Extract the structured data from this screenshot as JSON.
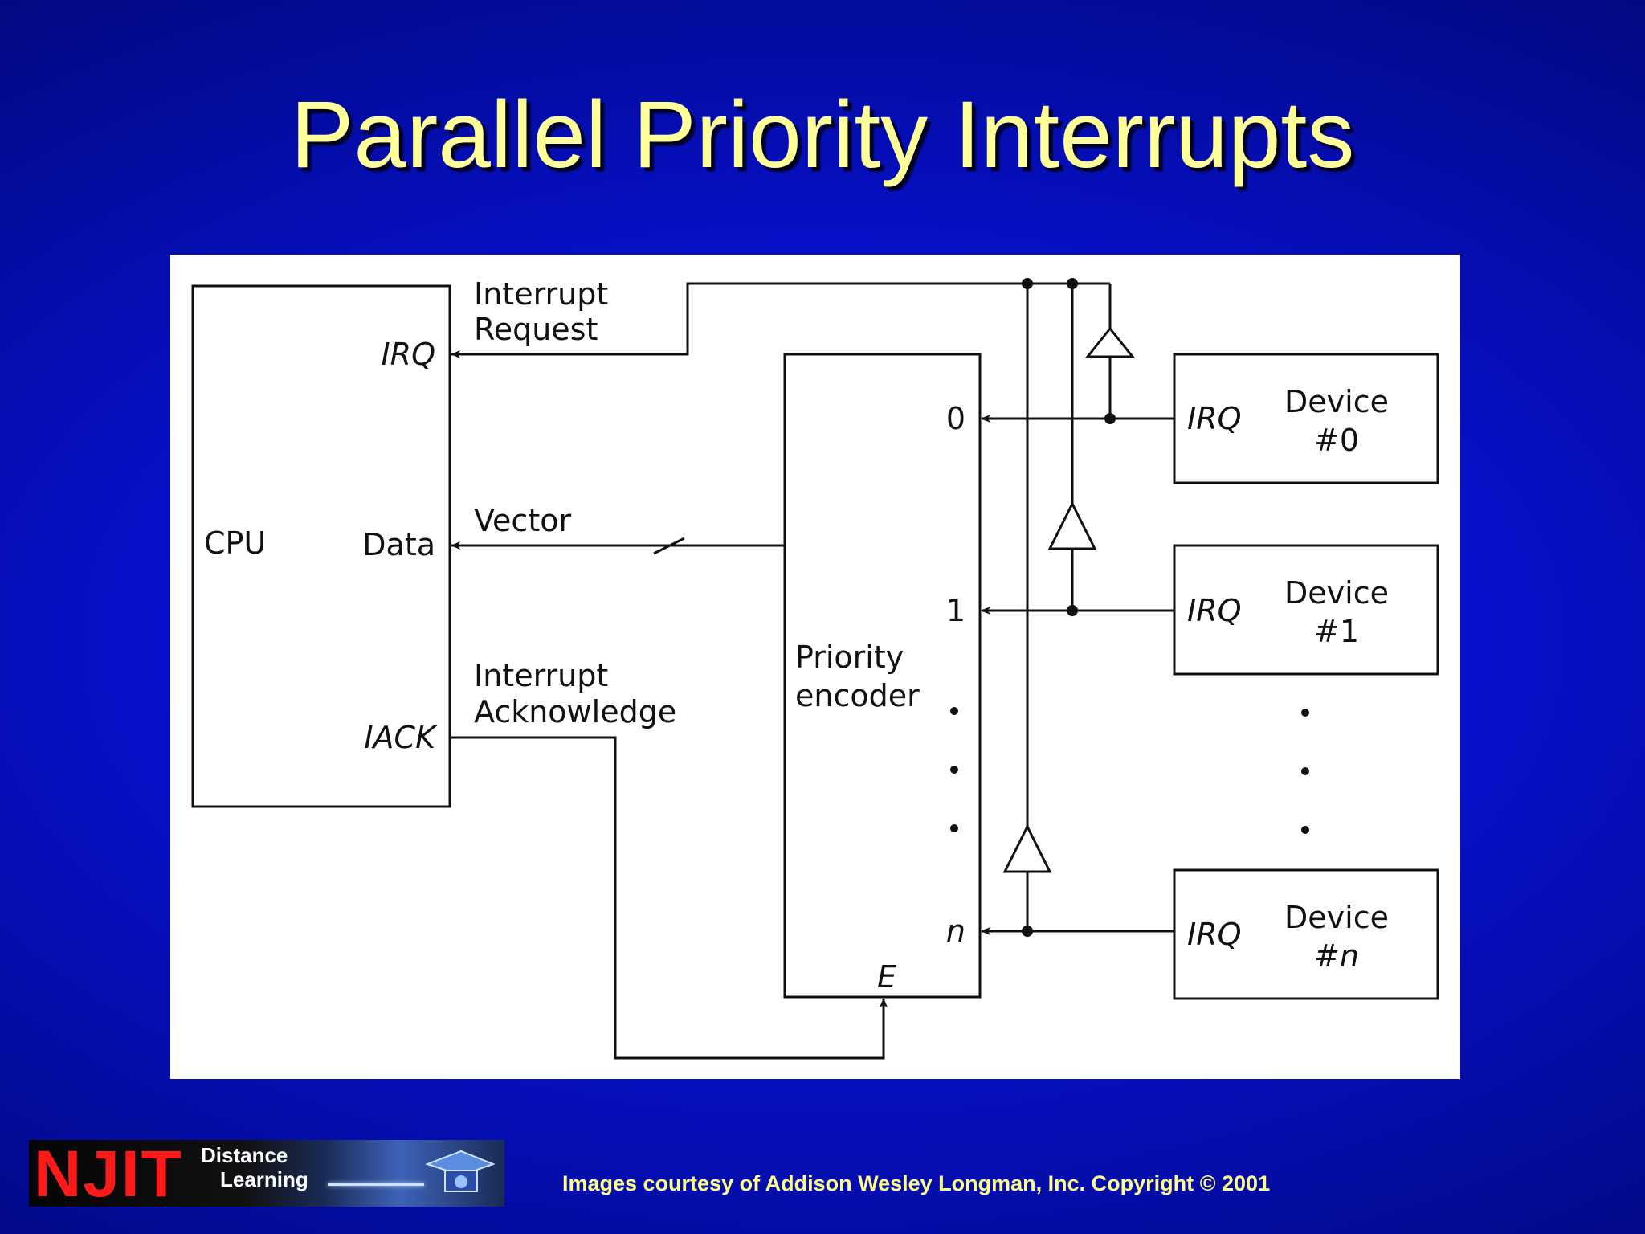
{
  "slide": {
    "title": "Parallel Priority Interrupts",
    "credit": "Images courtesy of Addison Wesley Longman, Inc. Copyright © 2001"
  },
  "logo": {
    "brand": "NJIT",
    "line1": "Distance",
    "line2": "Learning"
  },
  "diagram": {
    "cpu": {
      "label": "CPU",
      "irq": "IRQ",
      "data": "Data",
      "iack": "IACK"
    },
    "signals": {
      "interrupt_request": [
        "Interrupt",
        "Request"
      ],
      "vector": "Vector",
      "interrupt_acknowledge": [
        "Interrupt",
        "Acknowledge"
      ]
    },
    "encoder": {
      "label": [
        "Priority",
        "encoder"
      ],
      "inputs": [
        "0",
        "1",
        "n"
      ],
      "enable": "E"
    },
    "devices": [
      {
        "irq": "IRQ",
        "name": "Device",
        "number": "#0"
      },
      {
        "irq": "IRQ",
        "name": "Device",
        "number": "#1"
      },
      {
        "irq": "IRQ",
        "name": "Device",
        "number": "#n"
      }
    ]
  }
}
